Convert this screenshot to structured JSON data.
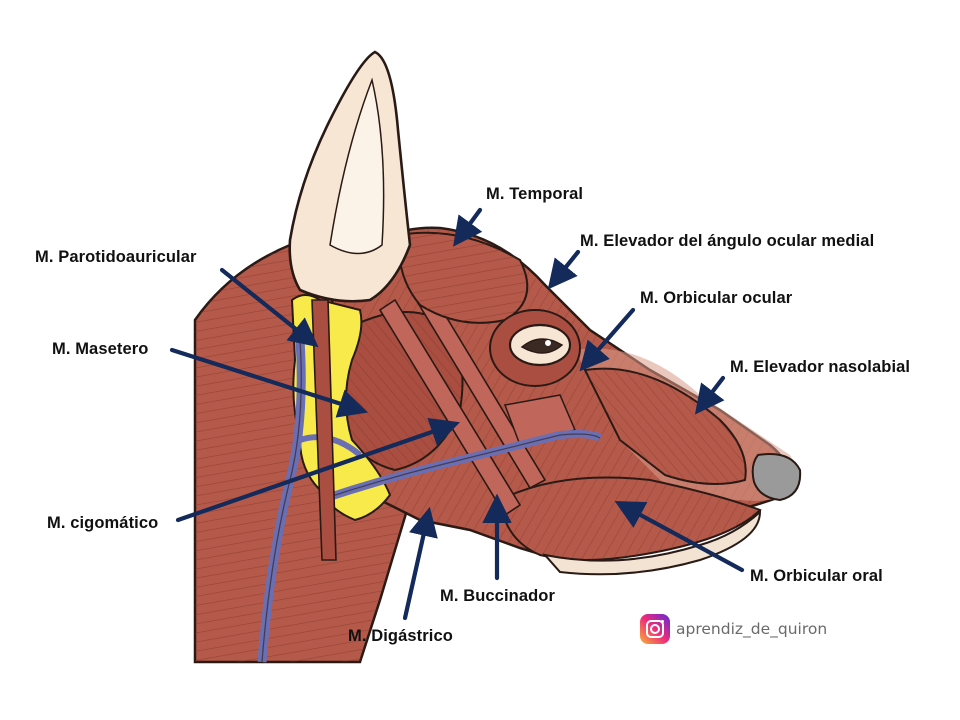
{
  "labels": {
    "temporal": "M. Temporal",
    "elevador_angulo": "M. Elevador del ángulo ocular medial",
    "parotidoauricular": "M. Parotidoauricular",
    "orbicular_ocular": "M. Orbicular ocular",
    "masetero": "M. Masetero",
    "elevador_nasolabial": "M. Elevador nasolabial",
    "cigomatico": "M. cigomático",
    "orbicular_oral": "M. Orbicular oral",
    "buccinador": "M. Buccinador",
    "digastrico": "M. Digástrico"
  },
  "watermark": {
    "icon": "instagram-icon",
    "handle": "aprendiz_de_quiron"
  },
  "colors": {
    "muscle": "#b55a4a",
    "muscle_dark": "#7e3128",
    "gland": "#f7ea4a",
    "vessel": "#6a6fb4",
    "ear_skin": "#f7e6d4",
    "nose": "#9a9a9a",
    "arrow": "#142a5a"
  }
}
